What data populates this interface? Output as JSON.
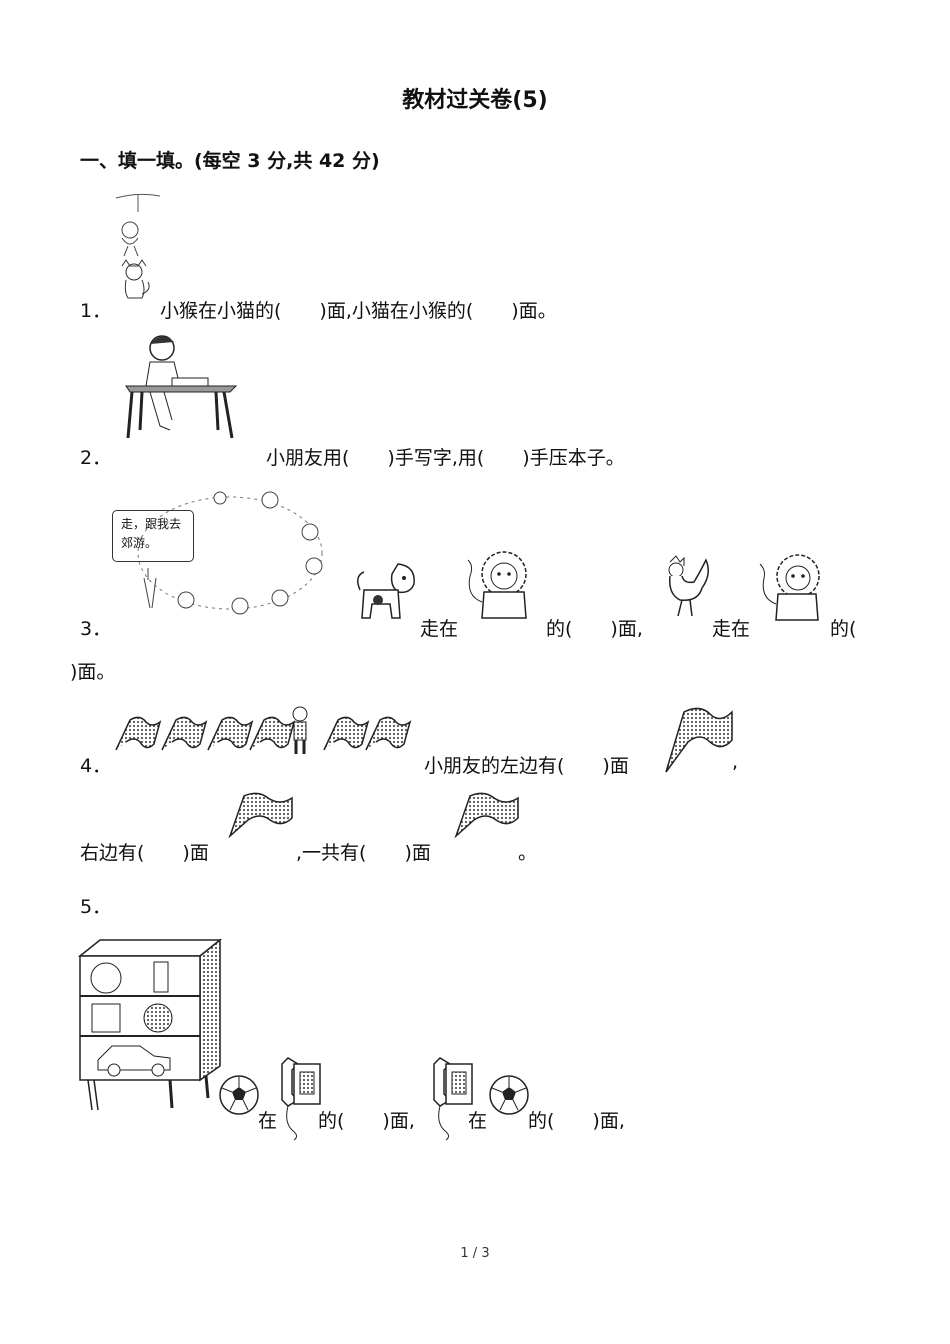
{
  "title": "教材过关卷(5)",
  "section1": "一、填一填。(每空 3 分,共 42 分)",
  "q1": {
    "num": "1．",
    "text": "小猴在小猫的(　　)面,小猫在小猴的(　　)面。"
  },
  "q2": {
    "num": "2．",
    "text": "小朋友用(　　)手写字,用(　　)手压本子。"
  },
  "q3": {
    "num": "3．",
    "bubble_line1": "走，跟我去",
    "bubble_line2": "郊游。",
    "p1": "走在",
    "p2": "的(　　)面,",
    "p3": "走在",
    "p4": "的(",
    "p5": ")面。"
  },
  "q4": {
    "num": "4．",
    "t1": "小朋友的左边有(　　)面",
    "t2": ",",
    "t3": "右边有(　　)面",
    "t4": ",一共有(　　)面",
    "t5": "。"
  },
  "q5": {
    "num": "5．",
    "p1": "在",
    "p2": "的(　　)面,",
    "p3": "在",
    "p4": "的(　　)面,"
  },
  "footer": "1 / 3"
}
